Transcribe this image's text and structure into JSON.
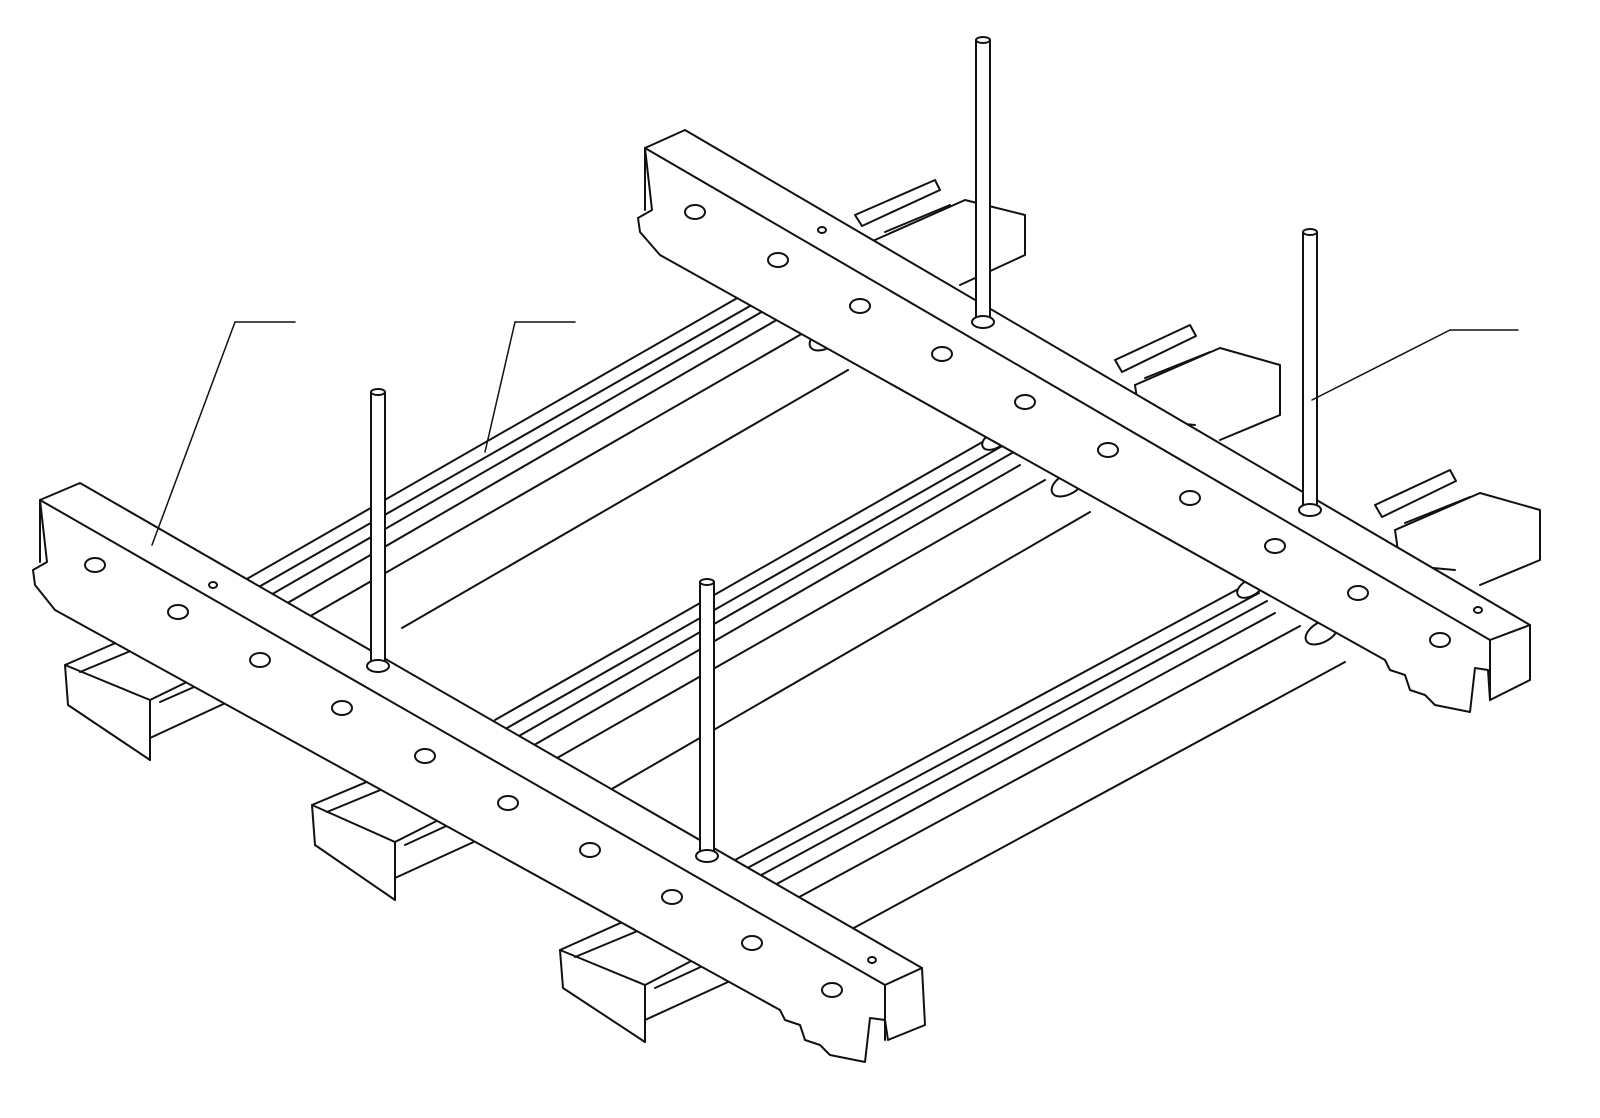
{
  "figure": {
    "background": "#ffffff",
    "stroke_color": "#111111",
    "style": "black-and-white isometric line drawing",
    "parts": [
      "main-carrier-channel",
      "cross-runner",
      "hanger-rod"
    ],
    "callouts": [
      {
        "points_to": "main-carrier-channel",
        "label": ""
      },
      {
        "points_to": "cross-runner",
        "label": ""
      },
      {
        "points_to": "hanger-rod",
        "label": ""
      }
    ]
  }
}
